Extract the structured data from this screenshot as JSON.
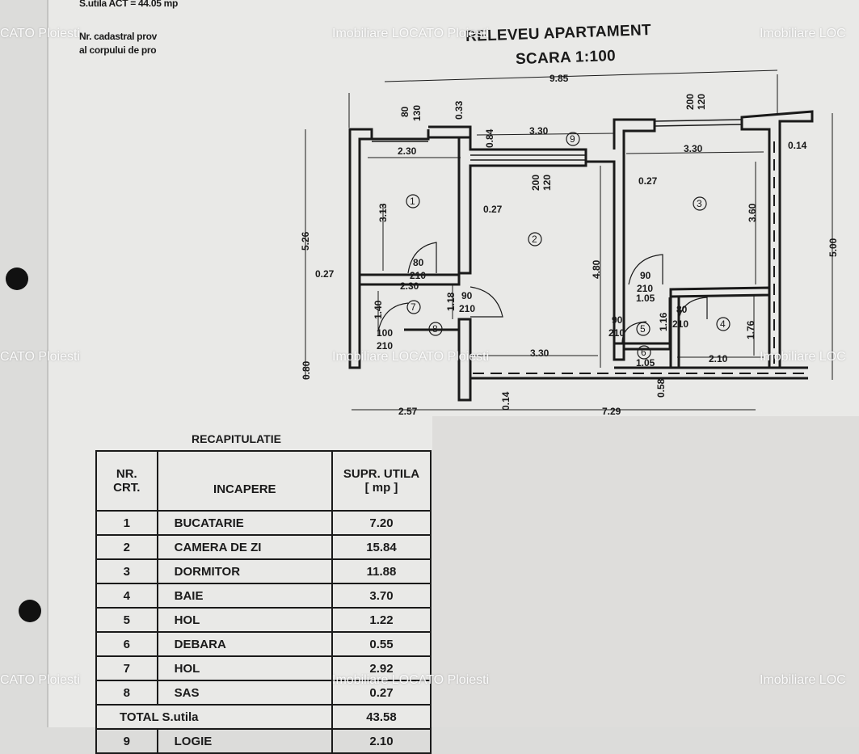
{
  "header": {
    "surface_line": "S.utila ACT = 44.05 mp",
    "cadastral_line1": "Nr. cadastral prov",
    "cadastral_line2": "al corpului de pro"
  },
  "title": {
    "main": "RELEVEU APARTAMENT",
    "scale": "SCARA 1:100"
  },
  "watermark": {
    "text": "Imobiliare LOCATO Ploiesti",
    "partial_left": "CATO Ploiesti",
    "partial_right": "Imobiliare LOC"
  },
  "plan": {
    "dims": {
      "total_width": "9.85",
      "w_2_30": "2.30",
      "w_3_30": "3.30",
      "w_0_33": "0.33",
      "w_0_84": "0.84",
      "h_3_13": "3.13",
      "h_5_26": "5.26",
      "h_0_27": "0.27",
      "h_2_30b": "2.30",
      "h_1_40": "1.40",
      "h_1_18": "1.18",
      "h_4_80": "4.80",
      "h_3_60": "3.60",
      "h_5_00": "5.00",
      "h_0_14": "0.14",
      "h_1_05": "1.05",
      "h_1_16": "1.16",
      "h_1_76": "1.76",
      "h_2_10": "2.10",
      "h_0_80": "0.80",
      "h_0_58": "0.58",
      "b_2_57": "2.57",
      "b_7_29": "7.29",
      "b_0_14": "0.14",
      "d_80_130_a": "80",
      "d_80_130_b": "130",
      "d_200_120_a": "200",
      "d_200_120_b": "120",
      "d_90": "90",
      "d_210": "210",
      "d_80": "80",
      "d_100": "100"
    },
    "room_numbers": [
      "1",
      "2",
      "3",
      "4",
      "5",
      "6",
      "7",
      "8",
      "9"
    ]
  },
  "recap": {
    "title": "RECAPITULATIE",
    "headers": {
      "nr": "NR.\nCRT.",
      "room": "INCAPERE",
      "surface": "SUPR. UTILA\n[ mp ]"
    },
    "rows": [
      {
        "nr": "1",
        "room": "BUCATARIE",
        "area": "7.20"
      },
      {
        "nr": "2",
        "room": "CAMERA DE ZI",
        "area": "15.84"
      },
      {
        "nr": "3",
        "room": "DORMITOR",
        "area": "11.88"
      },
      {
        "nr": "4",
        "room": "BAIE",
        "area": "3.70"
      },
      {
        "nr": "5",
        "room": "HOL",
        "area": "1.22"
      },
      {
        "nr": "6",
        "room": "DEBARA",
        "area": "0.55"
      },
      {
        "nr": "7",
        "room": "HOL",
        "area": "2.92"
      },
      {
        "nr": "8",
        "room": "SAS",
        "area": "0.27"
      }
    ],
    "total": {
      "label": "TOTAL S.utila",
      "area": "43.58"
    },
    "extra": {
      "nr": "9",
      "room": "LOGIE",
      "area": "2.10"
    }
  }
}
